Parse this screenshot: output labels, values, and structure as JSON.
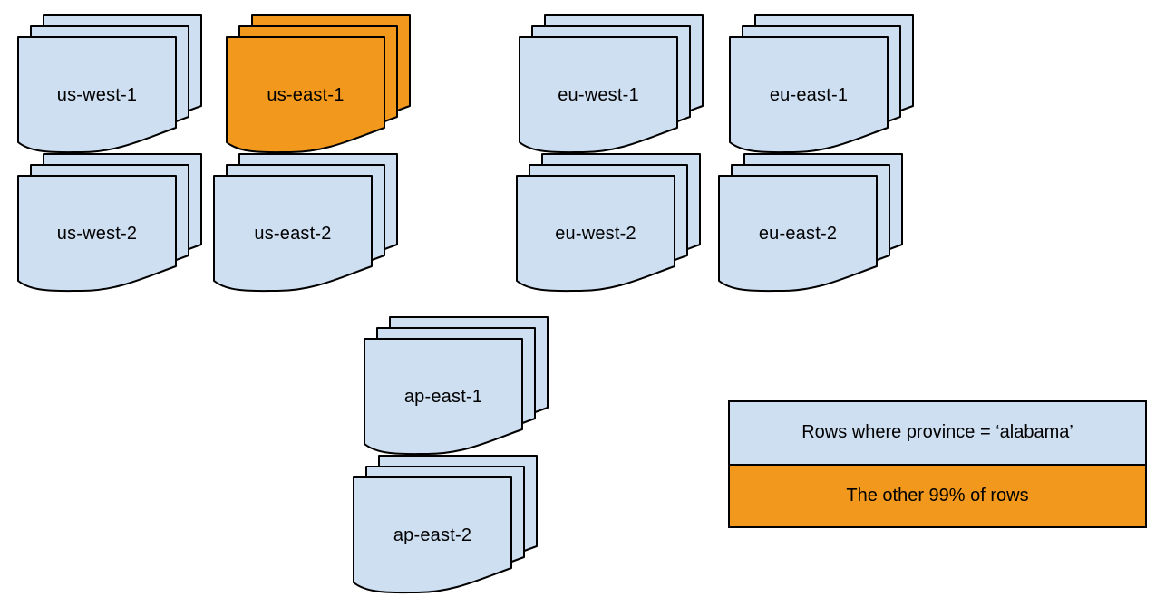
{
  "canvas": {
    "background": "#ffffff"
  },
  "colors": {
    "region_default_fill": "#CFDFF2",
    "region_highlight_fill": "#F2991D",
    "outline": "#000000",
    "text": "#000000"
  },
  "stacks": [
    {
      "label": "us-west-1",
      "variant": "default"
    },
    {
      "label": "us-east-1",
      "variant": "highlight"
    },
    {
      "label": "eu-west-1",
      "variant": "default"
    },
    {
      "label": "eu-east-1",
      "variant": "default"
    },
    {
      "label": "us-west-2",
      "variant": "default"
    },
    {
      "label": "us-east-2",
      "variant": "default"
    },
    {
      "label": "eu-west-2",
      "variant": "default"
    },
    {
      "label": "eu-east-2",
      "variant": "default"
    },
    {
      "label": "ap-east-1",
      "variant": "default"
    },
    {
      "label": "ap-east-2",
      "variant": "default"
    }
  ],
  "legend": {
    "rows": [
      {
        "label": "Rows where province = ‘alabama’",
        "variant": "default"
      },
      {
        "label": "The other 99% of rows",
        "variant": "highlight"
      }
    ]
  }
}
